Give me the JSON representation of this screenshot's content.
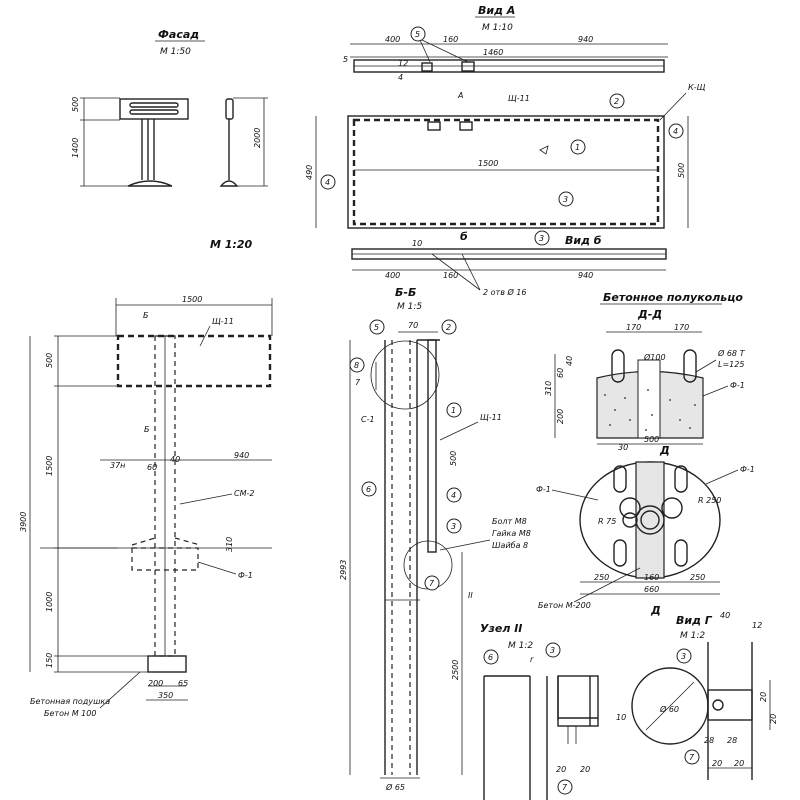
{
  "facade": {
    "title": "Фасад",
    "scale": "М 1:50",
    "d_500": "500",
    "d_1400": "1400",
    "d_2000": "2000"
  },
  "vid_a": {
    "title": "Вид А",
    "scale": "М 1:10",
    "d_400": "400",
    "d_160": "160",
    "d_940": "940",
    "d_1460": "1460",
    "d_5": "5",
    "d_12": "12",
    "d_4": "4",
    "d_1500": "1500",
    "d_490": "490",
    "d_500": "500",
    "label_a": "А",
    "label_sh": "Щ-11",
    "label_ksh": "К-Щ"
  },
  "vid_b": {
    "title": "Вид б",
    "d_10": "10",
    "d_400": "400",
    "d_160": "160",
    "d_940": "940",
    "label_b": "б",
    "label_weld": "2 отв Ø 16"
  },
  "main": {
    "scale": "М 1:20",
    "d_1500": "1500",
    "d_500": "500",
    "d_1500v": "1500",
    "d_3900": "3900",
    "d_1000": "1000",
    "d_150": "150",
    "d_310": "310",
    "d_40": "40",
    "d_940": "940",
    "d_37n": "37н",
    "d_60": "60",
    "d_200": "200",
    "d_65": "65",
    "d_350": "350",
    "d_sh": "Щ-11",
    "label_b": "Б",
    "label_cm": "СМ-2",
    "label_f": "Ф-1",
    "label_bf": "Бетонная подушка",
    "label_bb": "Бетон М 100"
  },
  "section_bb": {
    "title": "Б-Б",
    "scale": "М 1:5",
    "d_70": "70",
    "d_500": "500",
    "d_2993": "2993",
    "d_2500": "2500",
    "d_65": "Ø 65",
    "label_c1": "С-1",
    "label_sh": "Щ-11",
    "label_7": "7",
    "label_bolt": "Болт М8",
    "label_nut": "Гайка М8",
    "label_wash": "Шайба 8",
    "label_ii": "II",
    "label_r": "r"
  },
  "conc": {
    "title": "Бетонное полукольцо",
    "section": "Д-Д",
    "d_170a": "170",
    "d_170b": "170",
    "d_100": "Ø100",
    "d_310": "310",
    "d_60": "60",
    "d_40": "40",
    "d_200": "200",
    "d_500": "500",
    "d_dia": "Ø 68 Т",
    "d_len": "L=125",
    "label_f": "Ф-1"
  },
  "plan": {
    "d_30": "30",
    "label_d": "Д",
    "label_f1": "Ф-1",
    "label_f2": "Ф-1",
    "d_r250": "R 250",
    "d_r75": "R 75",
    "d_250a": "250",
    "d_160": "160",
    "d_250b": "250",
    "d_660": "660",
    "label_conc": "Бетон М-200",
    "label_d2": "Д"
  },
  "node": {
    "title": "Узел II",
    "scale": "М 1:2",
    "d_20": "20",
    "d_20b": "20",
    "d_10": "10",
    "label_r": "r"
  },
  "vid_g": {
    "title": "Вид Г",
    "scale": "М 1:2",
    "d_40": "40",
    "d_12": "12",
    "d_60": "Ø 60",
    "d_20a": "20",
    "d_20b": "20",
    "d_28a": "28",
    "d_28b": "28",
    "d_20c": "20",
    "d_20d": "20"
  },
  "callouts": {
    "c1": "1",
    "c2": "2",
    "c3": "3",
    "c4": "4",
    "c5": "5",
    "c6": "6",
    "c7": "7",
    "c8": "8"
  }
}
